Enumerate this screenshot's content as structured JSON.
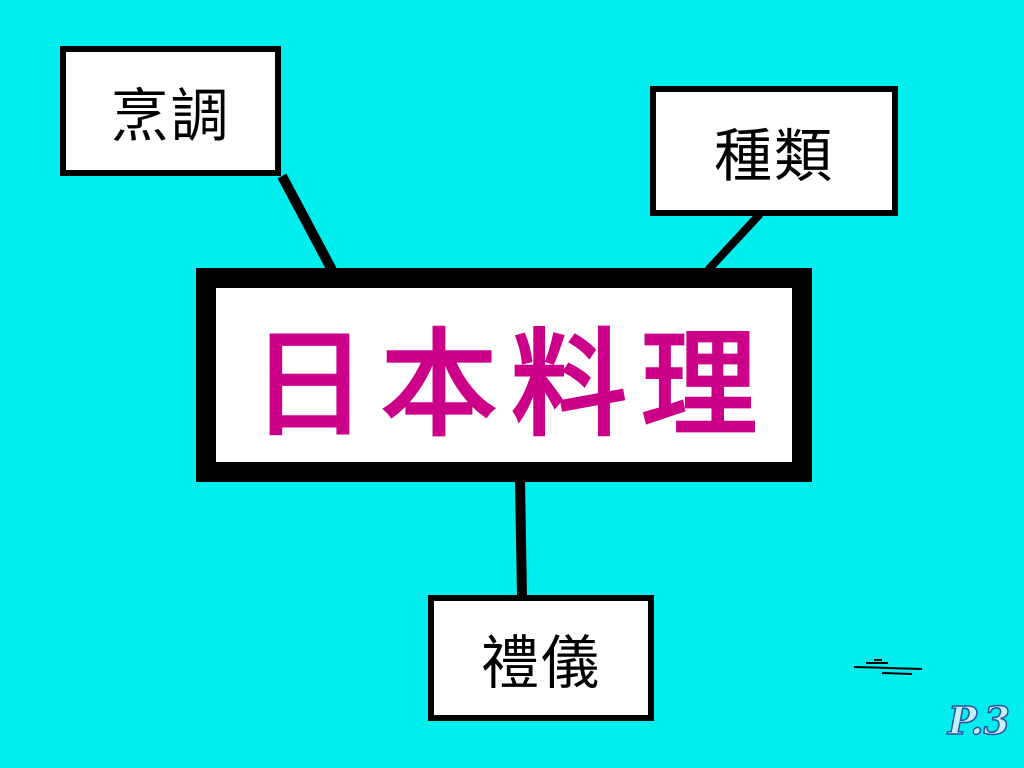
{
  "colors": {
    "background": "#00EEEE",
    "box_fill": "#FFFFFF",
    "box_border": "#000000",
    "center_text": "#CC0088",
    "connector": "#000000"
  },
  "diagram": {
    "center": {
      "label": "日本料理"
    },
    "branches": [
      {
        "id": "cooking",
        "label": "烹調"
      },
      {
        "id": "types",
        "label": "種類"
      },
      {
        "id": "etiquette",
        "label": "禮儀"
      }
    ]
  },
  "footer": {
    "page_number": "P.3"
  }
}
